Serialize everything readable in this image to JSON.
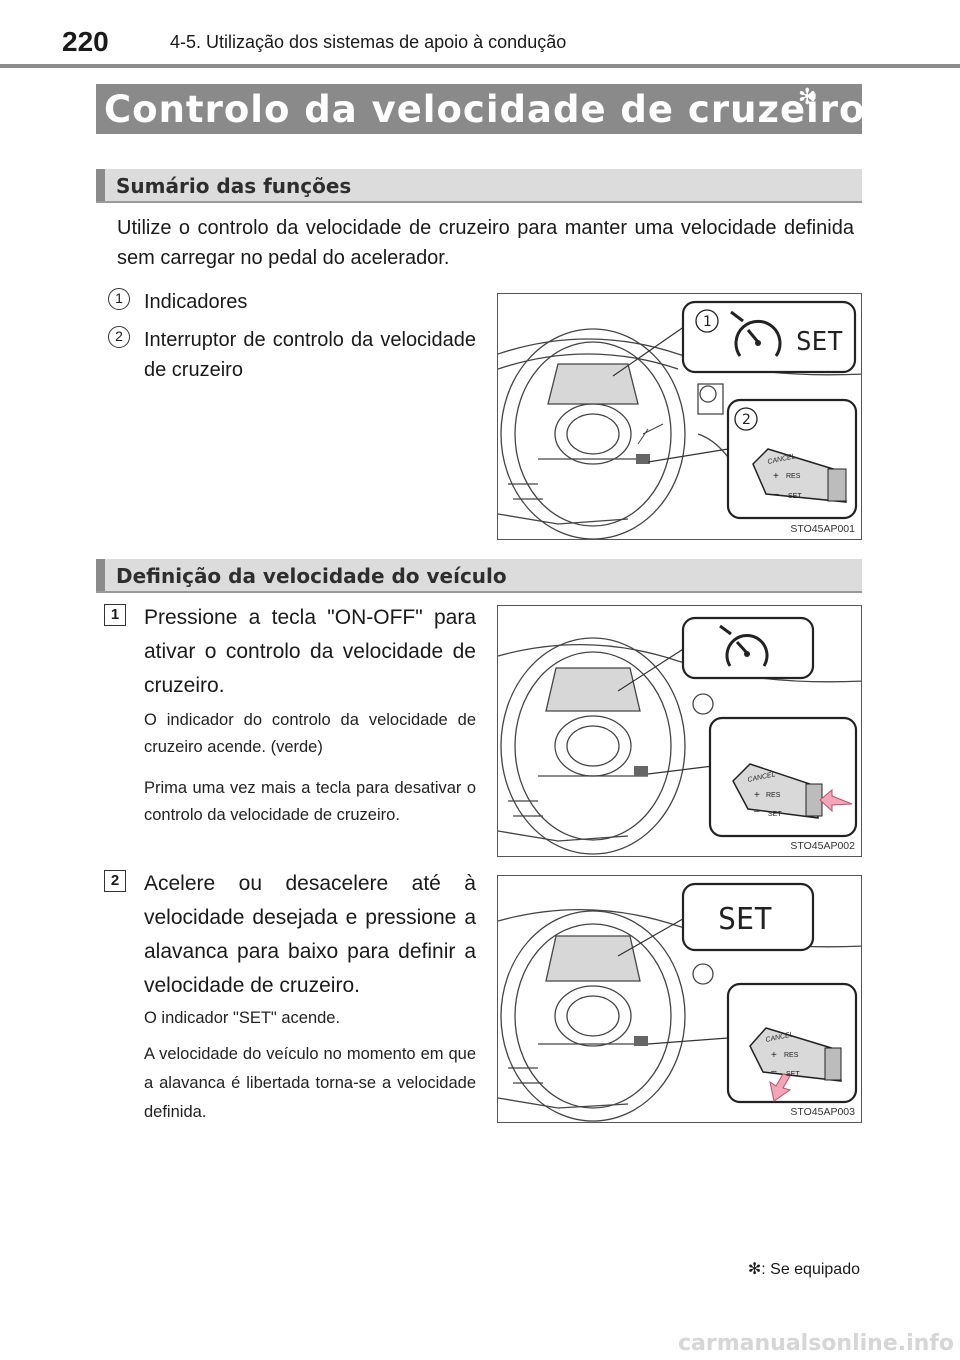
{
  "header": {
    "page_number": "220",
    "section": "4-5. Utilização dos sistemas de apoio à condução"
  },
  "title": {
    "text": "Controlo da velocidade de cruzeiro",
    "mark": "✻"
  },
  "summary": {
    "heading": "Sumário das funções",
    "intro": "Utilize o controlo da velocidade de cruzeiro para manter uma velocidade definida sem carregar no pedal do acelerador.",
    "items": [
      {
        "num": "1",
        "label": "Indicadores"
      },
      {
        "num": "2",
        "label": "Interruptor de controlo da velocidade de cruzeiro"
      }
    ],
    "figure": {
      "code": "STO45AP001",
      "callout_1": "1",
      "callout_2": "2",
      "set_text": "SET"
    }
  },
  "setting": {
    "heading": "Definição da velocidade do veículo",
    "steps": [
      {
        "num": "1",
        "main": "Pressione a tecla \"ON-OFF\" para ativar o controlo da velocidade de cruzeiro.",
        "notes": [
          "O indicador do controlo da velocidade de cruzeiro acende. (verde)",
          "Prima uma vez mais a tecla para desativar o controlo da velocidade de cruzeiro."
        ],
        "figure_code": "STO45AP002"
      },
      {
        "num": "2",
        "main": "Acelere ou desacelere até à velocidade desejada e pressione a alavanca para baixo para definir a velocidade de cruzeiro.",
        "notes": [
          "O indicador \"SET\" acende.",
          "A velocidade do veículo no momento em que a alavanca é libertada torna-se a velocidade definida."
        ],
        "figure_code": "STO45AP003",
        "set_text": "SET"
      }
    ]
  },
  "lever_labels": {
    "cancel": "CANCEL",
    "res": "RES",
    "set": "SET",
    "plus": "+",
    "minus": "–"
  },
  "footnote": {
    "mark": "✻",
    "text": ": Se equipado"
  },
  "watermark": "carmanualsonline.info"
}
